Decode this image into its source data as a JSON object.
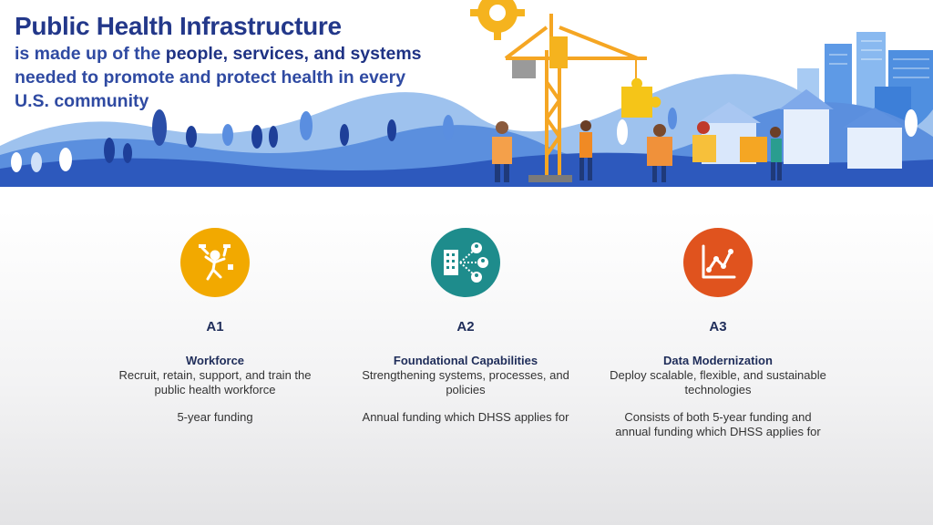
{
  "header": {
    "title": "Public Health Infrastructure",
    "intro_1": "is made up of the ",
    "intro_highlight": "people, services, and systems",
    "intro_2": " needed to promote and protect health in every U.S. community"
  },
  "colors": {
    "title": "#23388a",
    "workforce": "#f2a900",
    "foundational": "#1e8c8c",
    "data": "#e0531e",
    "hills_dark": "#2b55b8",
    "hills_light": "#8fb6ea"
  },
  "columns": [
    {
      "code": "A1",
      "name": "Workforce",
      "description": "Recruit, retain, support, and train the public health workforce",
      "funding": "5-year funding",
      "icon": "juggling-person-icon"
    },
    {
      "code": "A2",
      "name": "Foundational Capabilities",
      "description": "Strengthening systems, processes, and policies",
      "funding": "Annual funding which DHSS applies for",
      "icon": "building-network-icon"
    },
    {
      "code": "A3",
      "name": "Data Modernization",
      "description": "Deploy scalable, flexible, and sustainable technologies",
      "funding": "Consists of both 5-year funding and annual funding which DHSS applies for",
      "icon": "line-chart-icon"
    }
  ]
}
